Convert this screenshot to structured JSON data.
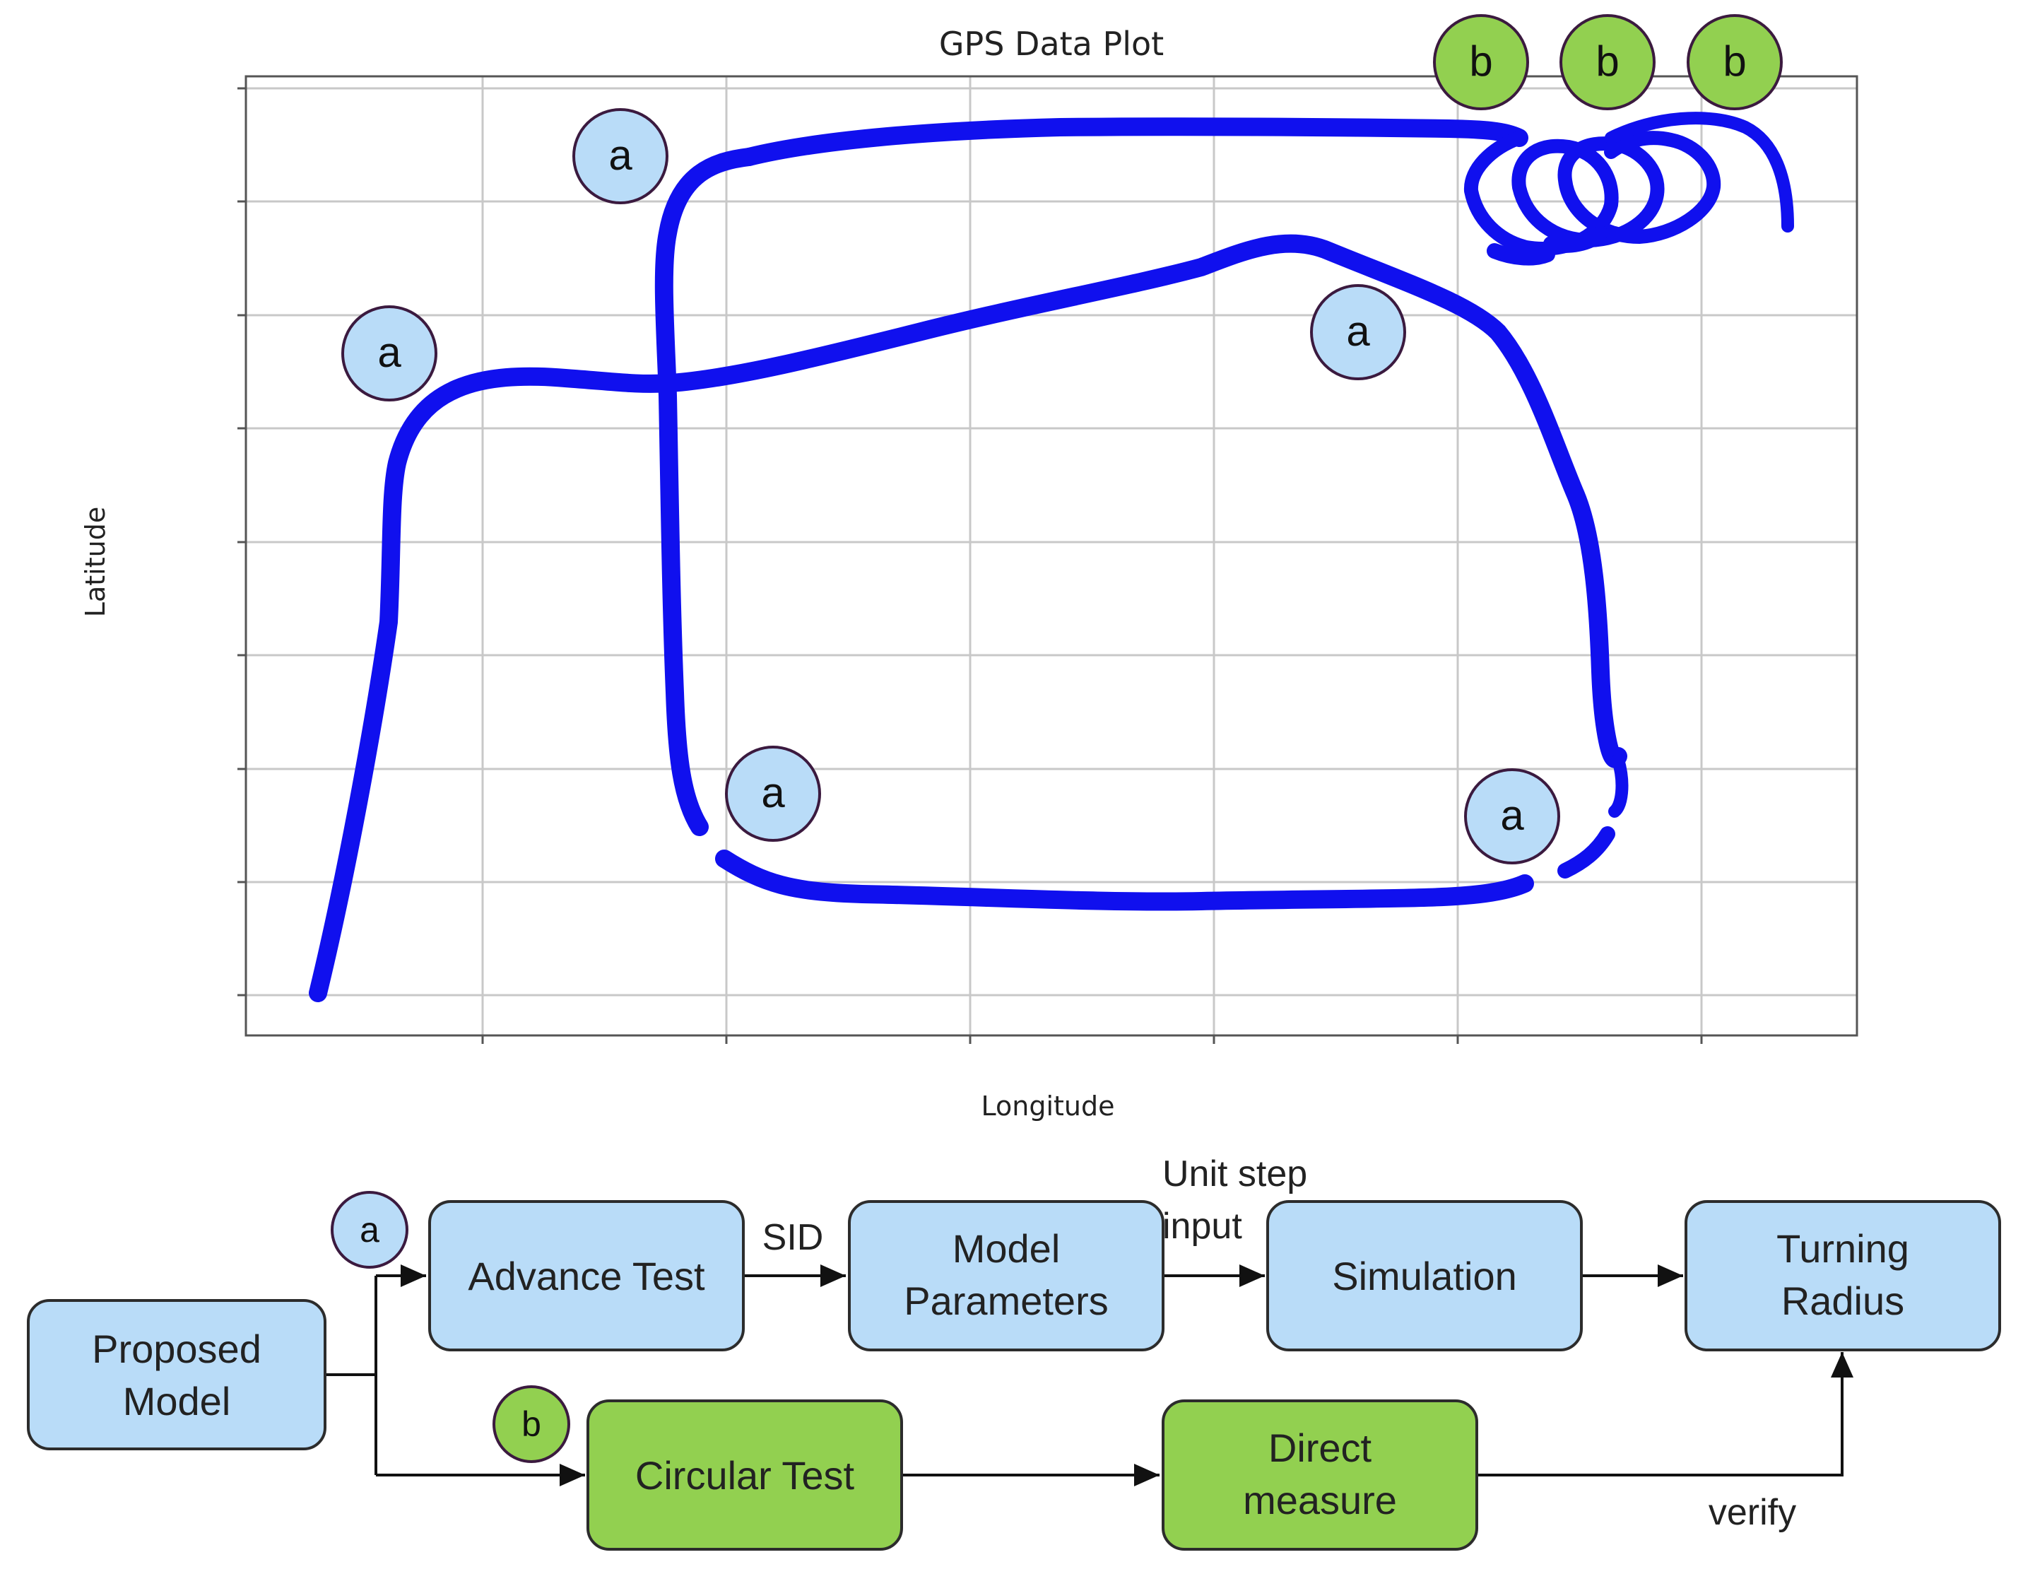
{
  "colors": {
    "path": "#1010ee",
    "blue_fill": "#b9dcf8",
    "green_fill": "#92d050",
    "badge_stroke": "#3b1a3f",
    "grid": "#c8c8c8",
    "axis": "#555555",
    "text": "#222222",
    "box_stroke": "#2c2c2c"
  },
  "plot": {
    "title": "GPS Data Plot",
    "xlabel": "Longitude",
    "ylabel": "Latitude"
  },
  "plot_markers": {
    "a": "a",
    "b": "b"
  },
  "flow": {
    "nodes": {
      "proposed_model": [
        "Proposed",
        "Model"
      ],
      "advance_test": [
        "Advance Test"
      ],
      "model_parameters": [
        "Model",
        "Parameters"
      ],
      "simulation": [
        "Simulation"
      ],
      "turning_radius": [
        "Turning",
        "Radius"
      ],
      "circular_test": [
        "Circular Test"
      ],
      "direct_measure": [
        "Direct",
        "measure"
      ]
    },
    "edge_labels": {
      "sid": "SID",
      "unit_step": [
        "Unit step",
        "input"
      ],
      "verify": "verify"
    },
    "badges": {
      "a": "a",
      "b": "b"
    }
  }
}
